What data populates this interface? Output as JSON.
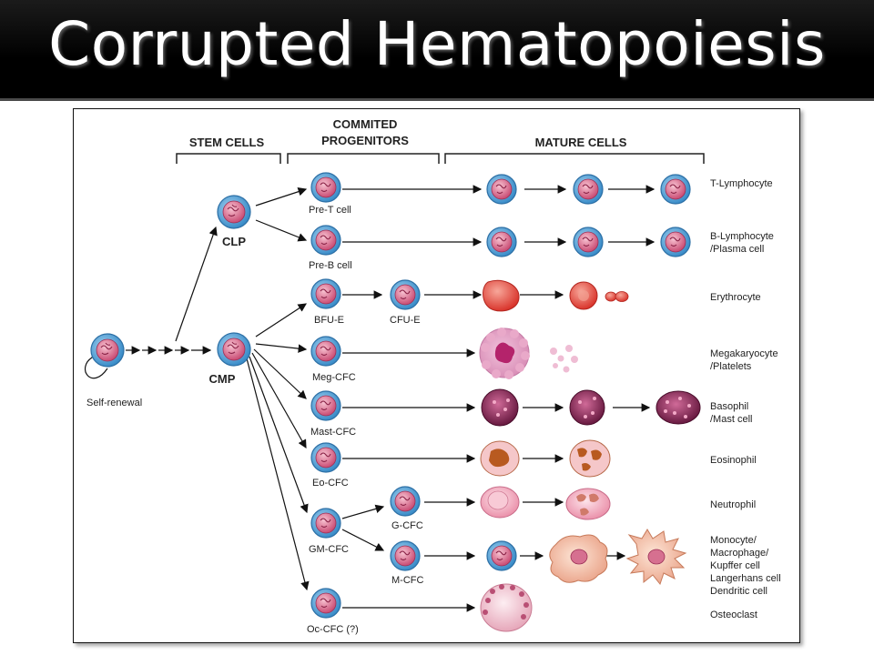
{
  "title": "Corrupted Hematopoiesis",
  "headers": {
    "stem": "STEM CELLS",
    "committed_line1": "COMMITED",
    "committed_line2": "PROGENITORS",
    "mature": "MATURE CELLS"
  },
  "stem_labels": {
    "self_renewal": "Self-renewal",
    "clp": "CLP",
    "cmp": "CMP"
  },
  "progenitors": {
    "pre_t": "Pre-T cell",
    "pre_b": "Pre-B cell",
    "bfu_e": "BFU-E",
    "cfu_e": "CFU-E",
    "meg_cfc": "Meg-CFC",
    "mast_cfc": "Mast-CFC",
    "eo_cfc": "Eo-CFC",
    "gm_cfc": "GM-CFC",
    "g_cfc": "G-CFC",
    "m_cfc": "M-CFC",
    "oc_cfc": "Oc-CFC (?)"
  },
  "mature": {
    "t_lymph": "T-Lymphocyte",
    "b_lymph_1": "B-Lymphocyte",
    "b_lymph_2": "/Plasma cell",
    "erythro": "Erythrocyte",
    "mega_1": "Megakaryocyte",
    "mega_2": "/Platelets",
    "baso_1": "Basophil",
    "baso_2": "/Mast cell",
    "eosin": "Eosinophil",
    "neutro": "Neutrophil",
    "mono_1": "Monocyte/",
    "mono_2": "Macrophage/",
    "mono_3": "Kupffer cell",
    "mono_4": "Langerhans cell",
    "mono_5": "Dendritic cell",
    "osteo": "Osteoclast"
  },
  "colors": {
    "title_bg": "#000000",
    "cell_membrane": "#4a9fd6",
    "nucleus": "#d86a8a",
    "erythrocyte": "#e0463e",
    "mast": "#7a1f4a",
    "eosinophil_granule": "#b85a20",
    "macrophage": "#f4c8b0"
  }
}
